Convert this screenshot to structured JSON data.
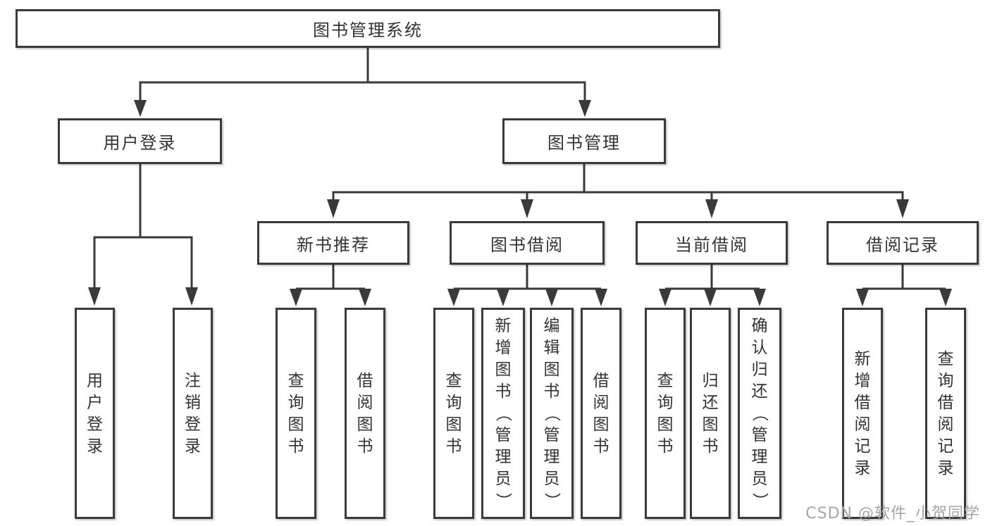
{
  "diagram": {
    "root": {
      "label": "图书管理系统"
    },
    "level2": [
      {
        "id": "user-login",
        "label": "用户登录",
        "children": [
          {
            "label": "用户登录"
          },
          {
            "label": "注销登录"
          }
        ]
      },
      {
        "id": "book-management",
        "label": "图书管理"
      }
    ],
    "level3": [
      {
        "id": "new-book-recommend",
        "label": "新书推荐",
        "children": [
          {
            "label": "查询图书"
          },
          {
            "label": "借阅图书"
          }
        ]
      },
      {
        "id": "book-borrow",
        "label": "图书借阅",
        "children": [
          {
            "label": "查询图书"
          },
          {
            "label": "新增图书（管理员）"
          },
          {
            "label": "编辑图书（管理员）"
          },
          {
            "label": "借阅图书"
          }
        ]
      },
      {
        "id": "current-borrow",
        "label": "当前借阅",
        "children": [
          {
            "label": "查询图书"
          },
          {
            "label": "归还图书"
          },
          {
            "label": "确认归还（管理员）"
          }
        ]
      },
      {
        "id": "borrow-records",
        "label": "借阅记录",
        "children": [
          {
            "label": "新增借阅记录"
          },
          {
            "label": "查询借阅记录"
          }
        ]
      }
    ]
  },
  "watermark": {
    "text": "CSDN @软件_小贺同学"
  },
  "colors": {
    "line": "#3a3a3a",
    "text": "#333333",
    "box_bg": "#ffffff",
    "watermark": "#a6a6a6"
  }
}
